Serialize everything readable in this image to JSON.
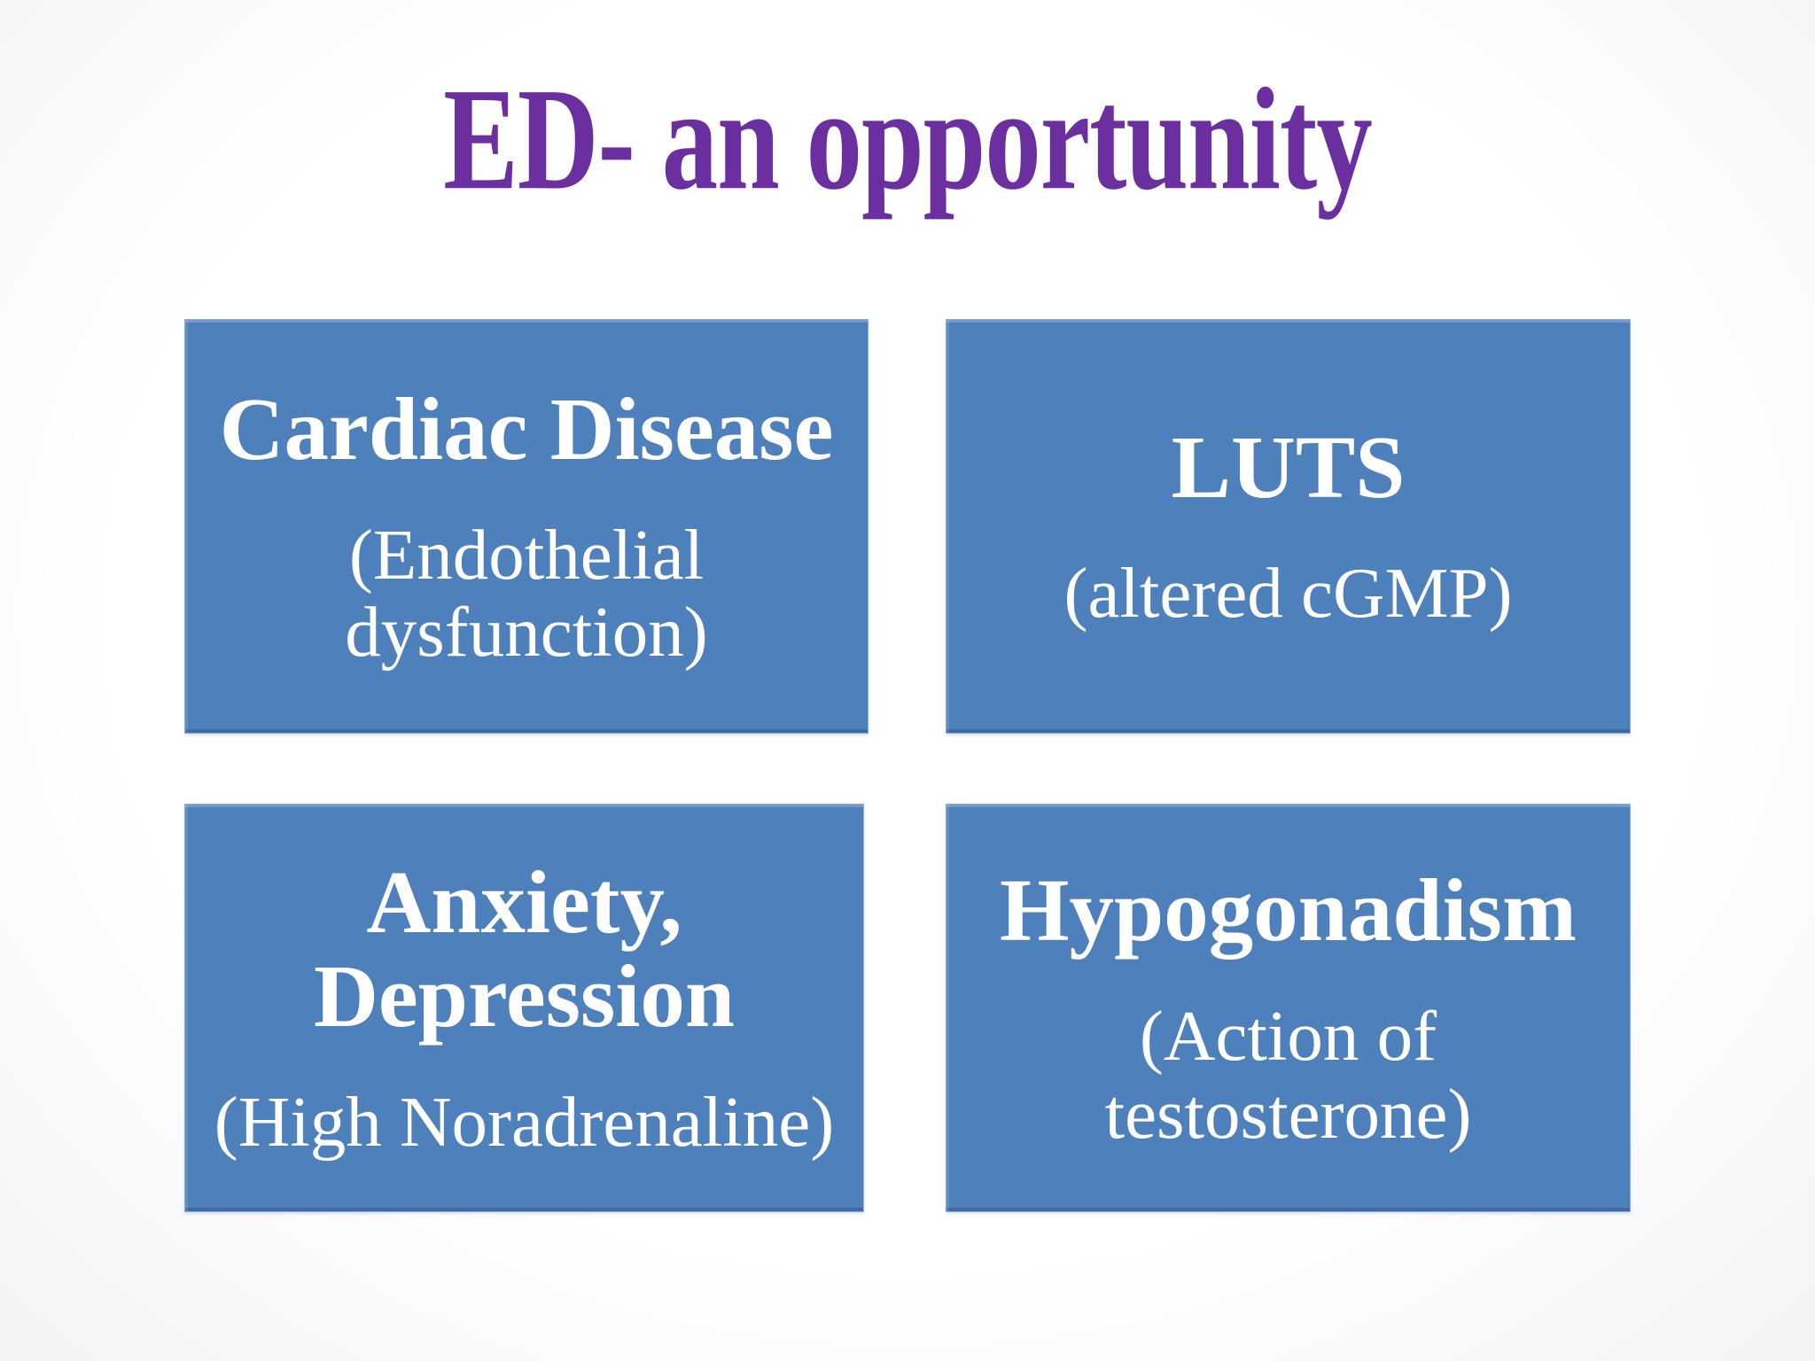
{
  "slide": {
    "title": "ED- an opportunity",
    "colors": {
      "title": "#6B2F9F",
      "box_fill": "#4E80BC",
      "box_border": "#8FACD3",
      "text": "#FFFFFF",
      "background": "#FFFFFF",
      "background_edge": "#F2F3F5"
    },
    "boxes": [
      {
        "name": "cardiac-disease",
        "heading_lines": [
          "Cardiac Disease"
        ],
        "sub_lines": [
          "(Endothelial",
          "dysfunction)"
        ]
      },
      {
        "name": "luts",
        "heading_lines": [
          "LUTS"
        ],
        "sub_lines": [
          "(altered cGMP)"
        ]
      },
      {
        "name": "anxiety-depression",
        "heading_lines": [
          "Anxiety,",
          "Depression"
        ],
        "sub_lines": [
          "(High Noradrenaline)"
        ]
      },
      {
        "name": "hypogonadism",
        "heading_lines": [
          "Hypogonadism"
        ],
        "sub_lines": [
          "(Action of",
          "testosterone)"
        ]
      }
    ]
  }
}
